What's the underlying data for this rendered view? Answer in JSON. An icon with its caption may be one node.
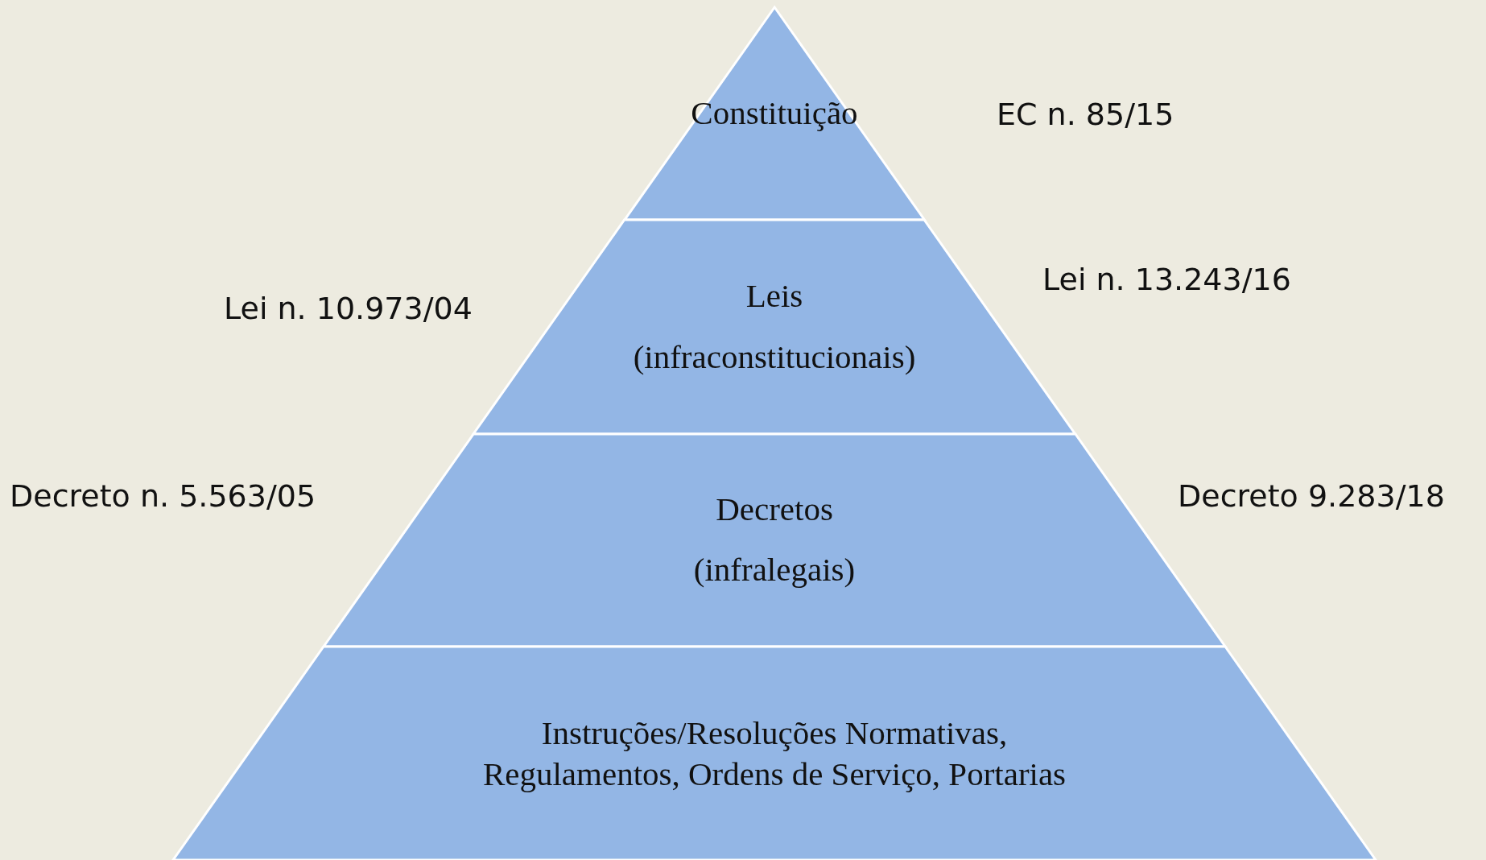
{
  "diagram": {
    "nodes": [
      {
        "text": [
          "Constituição"
        ]
      },
      {
        "text": [
          "Leis",
          "(infraconstitucionais)"
        ]
      },
      {
        "text": [
          "Decretos",
          "(infralegais)"
        ]
      },
      {
        "text": [
          "Instruções/Resoluções Normativas, Regulamentos, Ordens de Serviço, Portarias"
        ]
      }
    ],
    "labels": [
      "EC n. 85/15",
      "Lei n. 13.243/16",
      "Lei n. 10.973/04",
      "Decreto n. 5.563/05",
      "Decreto 9.283/18"
    ]
  }
}
